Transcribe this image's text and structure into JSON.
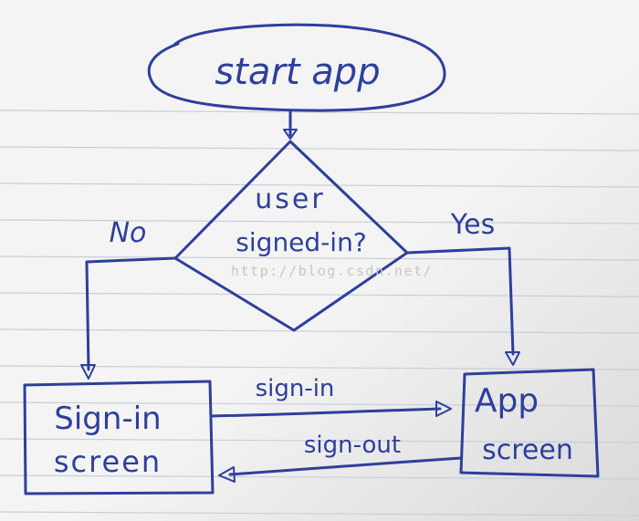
{
  "colors": {
    "ink": "#2e3f9c",
    "paper_light": "#f4f4f4",
    "paper_shadow": "#d9d9d9",
    "rule_line": "#c9ced8",
    "watermark": "#c6c6c6"
  },
  "nodes": {
    "start": {
      "shape": "ellipse",
      "label": "start app"
    },
    "decision": {
      "shape": "diamond",
      "label_line1": "user",
      "label_line2": "signed-in?"
    },
    "signin_screen": {
      "shape": "rectangle",
      "label_line1": "Sign-in",
      "label_line2": "screen"
    },
    "app_screen": {
      "shape": "rectangle",
      "label_line1": "App",
      "label_line2": "screen"
    }
  },
  "edges": {
    "start_to_decision": {
      "from": "start",
      "to": "decision",
      "label": ""
    },
    "no": {
      "from": "decision",
      "to": "signin_screen",
      "label": "No"
    },
    "yes": {
      "from": "decision",
      "to": "app_screen",
      "label": "Yes"
    },
    "sign_in": {
      "from": "signin_screen",
      "to": "app_screen",
      "label": "sign-in"
    },
    "sign_out": {
      "from": "app_screen",
      "to": "signin_screen",
      "label": "sign-out"
    }
  },
  "watermark": "http://blog.csdn.net/"
}
